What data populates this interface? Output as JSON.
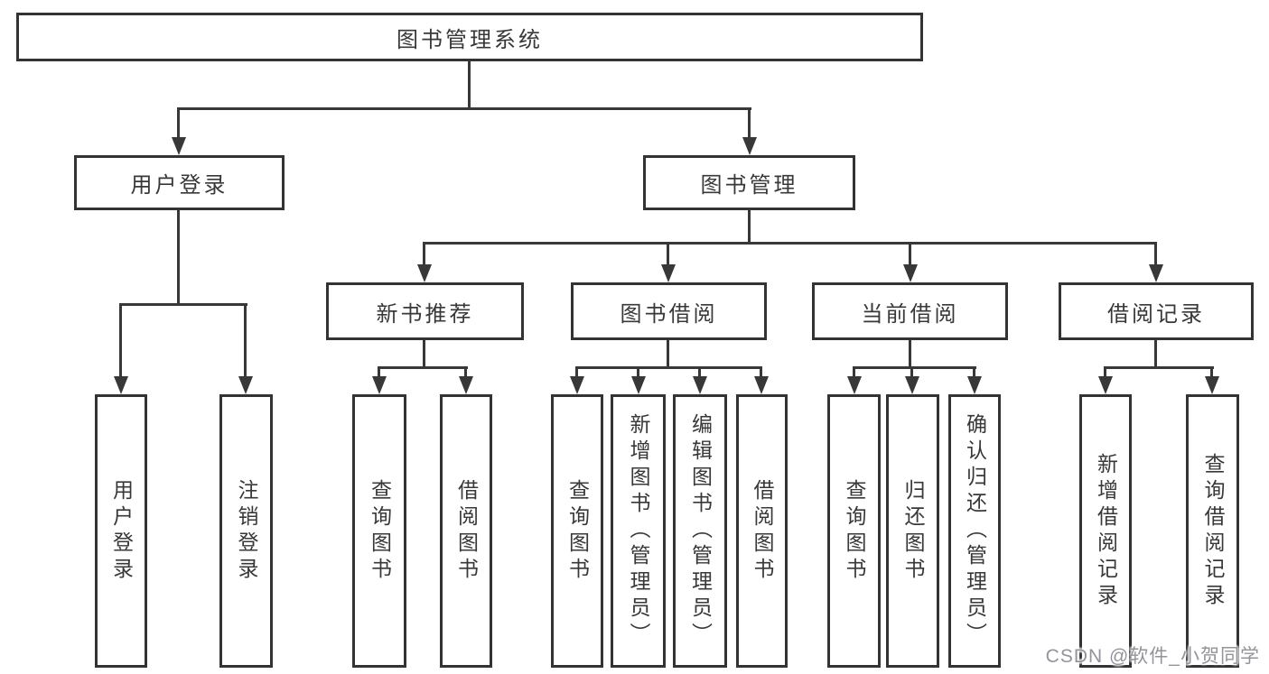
{
  "diagram": {
    "type": "hierarchy-tree",
    "colors": {
      "line": "#383838",
      "box_border": "#333333",
      "box_background": "#ffffff",
      "text": "#383838",
      "watermark_text": "#93939b",
      "page_background": "#ffffff"
    },
    "tree": {
      "label": "图书管理系统",
      "children": [
        {
          "label": "用户登录",
          "children": [
            {
              "label": "用户登录"
            },
            {
              "label": "注销登录"
            }
          ]
        },
        {
          "label": "图书管理",
          "children": [
            {
              "label": "新书推荐",
              "children": [
                {
                  "label": "查询图书"
                },
                {
                  "label": "借阅图书"
                }
              ]
            },
            {
              "label": "图书借阅",
              "children": [
                {
                  "label": "查询图书"
                },
                {
                  "label": "新增图书（管理员）"
                },
                {
                  "label": "编辑图书（管理员）"
                },
                {
                  "label": "借阅图书"
                }
              ]
            },
            {
              "label": "当前借阅",
              "children": [
                {
                  "label": "查询图书"
                },
                {
                  "label": "归还图书"
                },
                {
                  "label": "确认归还（管理员）"
                }
              ]
            },
            {
              "label": "借阅记录",
              "children": [
                {
                  "label": "新增借阅记录"
                },
                {
                  "label": "查询借阅记录"
                }
              ]
            }
          ]
        }
      ]
    },
    "watermark": {
      "text": "CSDN @软件_小贺同学"
    }
  }
}
